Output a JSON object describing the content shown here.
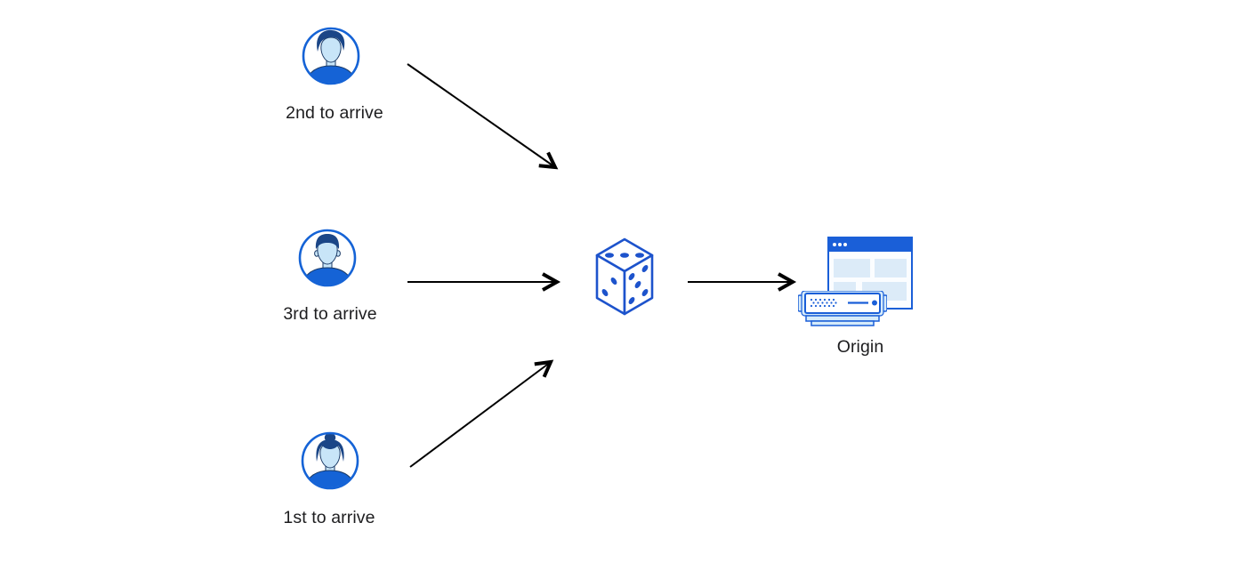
{
  "canvas": {
    "background": "#ffffff"
  },
  "colors": {
    "avatar_blue": "#1563d6",
    "hair_navy": "#1b4687",
    "skin_light_blue": "#c8e5f8",
    "outline_navy": "#1b3a66",
    "dice_blue": "#1d53cc",
    "origin_blue": "#1a5fd8",
    "panel_light_blue": "#dcebf8",
    "halo_light_blue": "#d6ebfa",
    "arrow_black": "#000000",
    "label_color": "#1d1d1f"
  },
  "nodes": {
    "clients": [
      {
        "label": "2nd to arrive",
        "icon": "person-avatar-icon"
      },
      {
        "label": "3rd to arrive",
        "icon": "person-avatar-icon"
      },
      {
        "label": "1st to arrive",
        "icon": "person-avatar-icon"
      }
    ],
    "selector": {
      "icon": "dice-icon"
    },
    "origin": {
      "label": "Origin",
      "icon": "origin-server-icon"
    }
  },
  "edges": [
    {
      "from": "client-2nd-to-arrive",
      "to": "dice"
    },
    {
      "from": "client-3rd-to-arrive",
      "to": "dice"
    },
    {
      "from": "client-1st-to-arrive",
      "to": "dice"
    },
    {
      "from": "dice",
      "to": "origin"
    }
  ]
}
